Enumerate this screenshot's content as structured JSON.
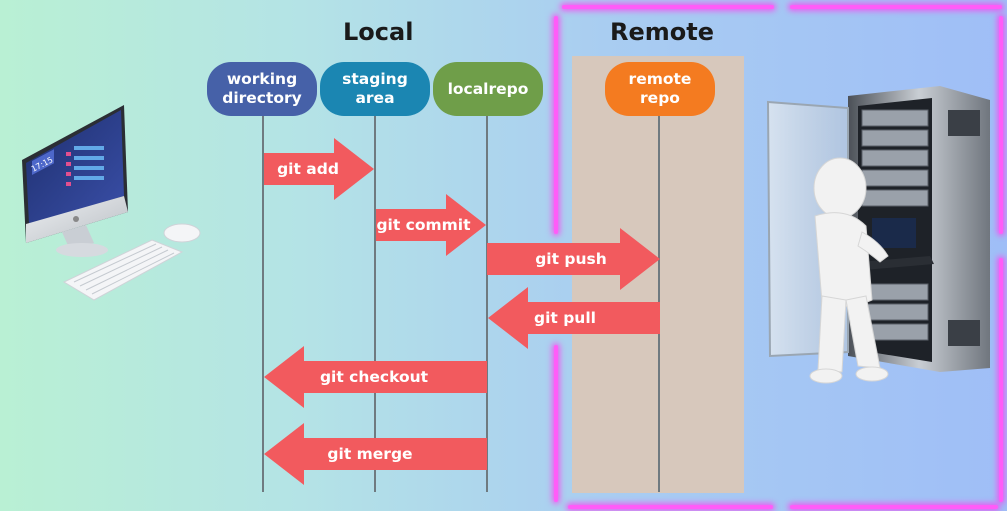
{
  "headings": {
    "local": "Local",
    "remote": "Remote"
  },
  "areas": {
    "working_directory": "working\ndirectory",
    "staging_area": "staging\narea",
    "local_repo": "localrepo",
    "remote_repo": "remote\nrepo"
  },
  "commands": {
    "git_add": "git add",
    "git_commit": "git commit",
    "git_push": "git push",
    "git_pull": "git pull",
    "git_checkout": "git checkout",
    "git_merge": "git merge"
  },
  "computer": {
    "clock": "17:15"
  },
  "colors": {
    "working_directory": "#4661a8",
    "staging_area": "#1b86b2",
    "local_repo": "#6f9e49",
    "remote_repo": "#f47b20",
    "arrow": "#f25a5e",
    "neon": "#ff5cf8"
  }
}
